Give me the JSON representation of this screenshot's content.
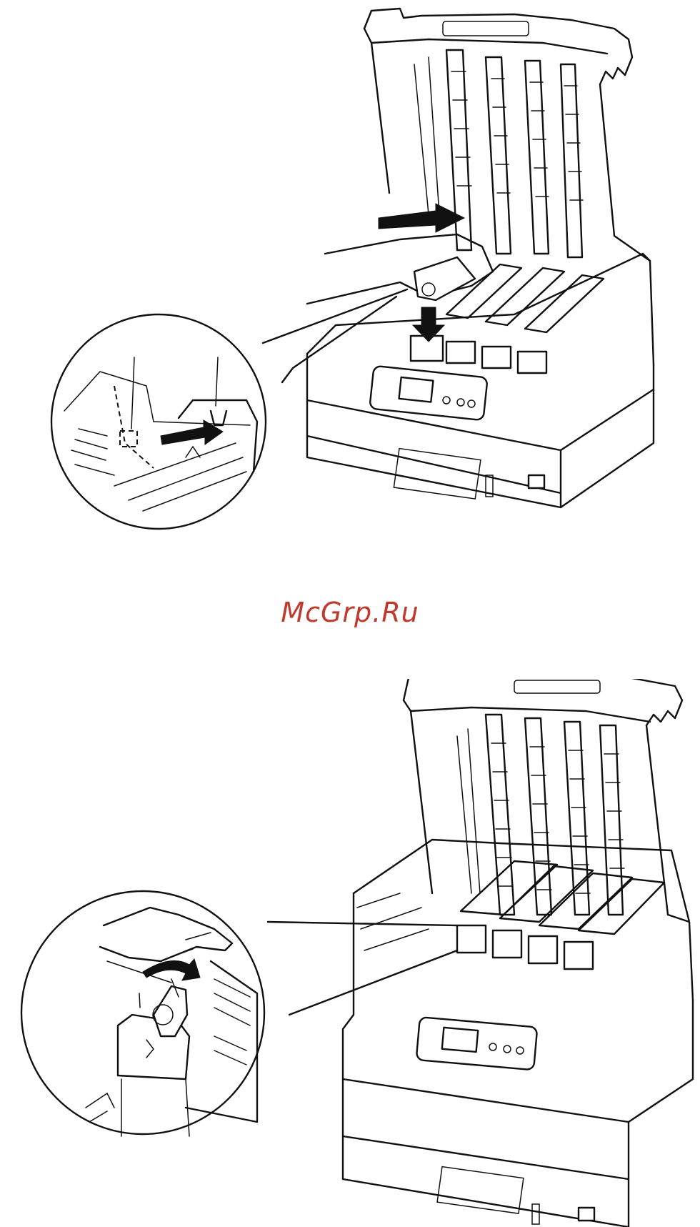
{
  "watermark": {
    "text": "McGrp.Ru",
    "color": "#c0392b"
  },
  "colors": {
    "ink": "#111111",
    "paper": "#ffffff"
  },
  "figures": [
    {
      "name": "install-toner-cartridge",
      "icon": "printer-open-lid-illustration"
    },
    {
      "name": "lock-toner-lever",
      "icon": "printer-open-lid-illustration"
    }
  ]
}
